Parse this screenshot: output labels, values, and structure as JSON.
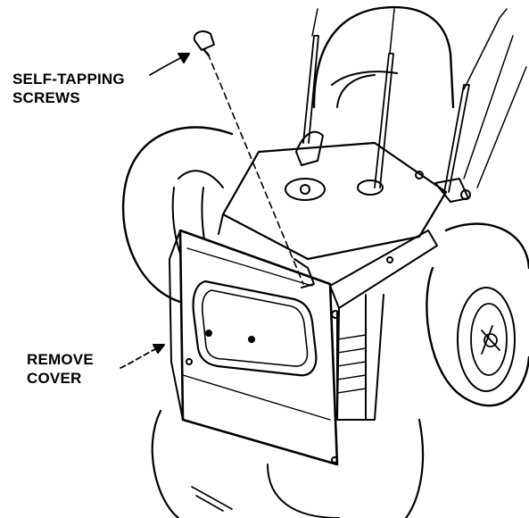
{
  "callouts": {
    "screws": {
      "line1": "SELF-TAPPING",
      "line2": "SCREWS"
    },
    "cover": {
      "line1": "REMOVE",
      "line2": "COVER"
    }
  },
  "colors": {
    "ink": "#000000",
    "paper": "#ffffff"
  }
}
